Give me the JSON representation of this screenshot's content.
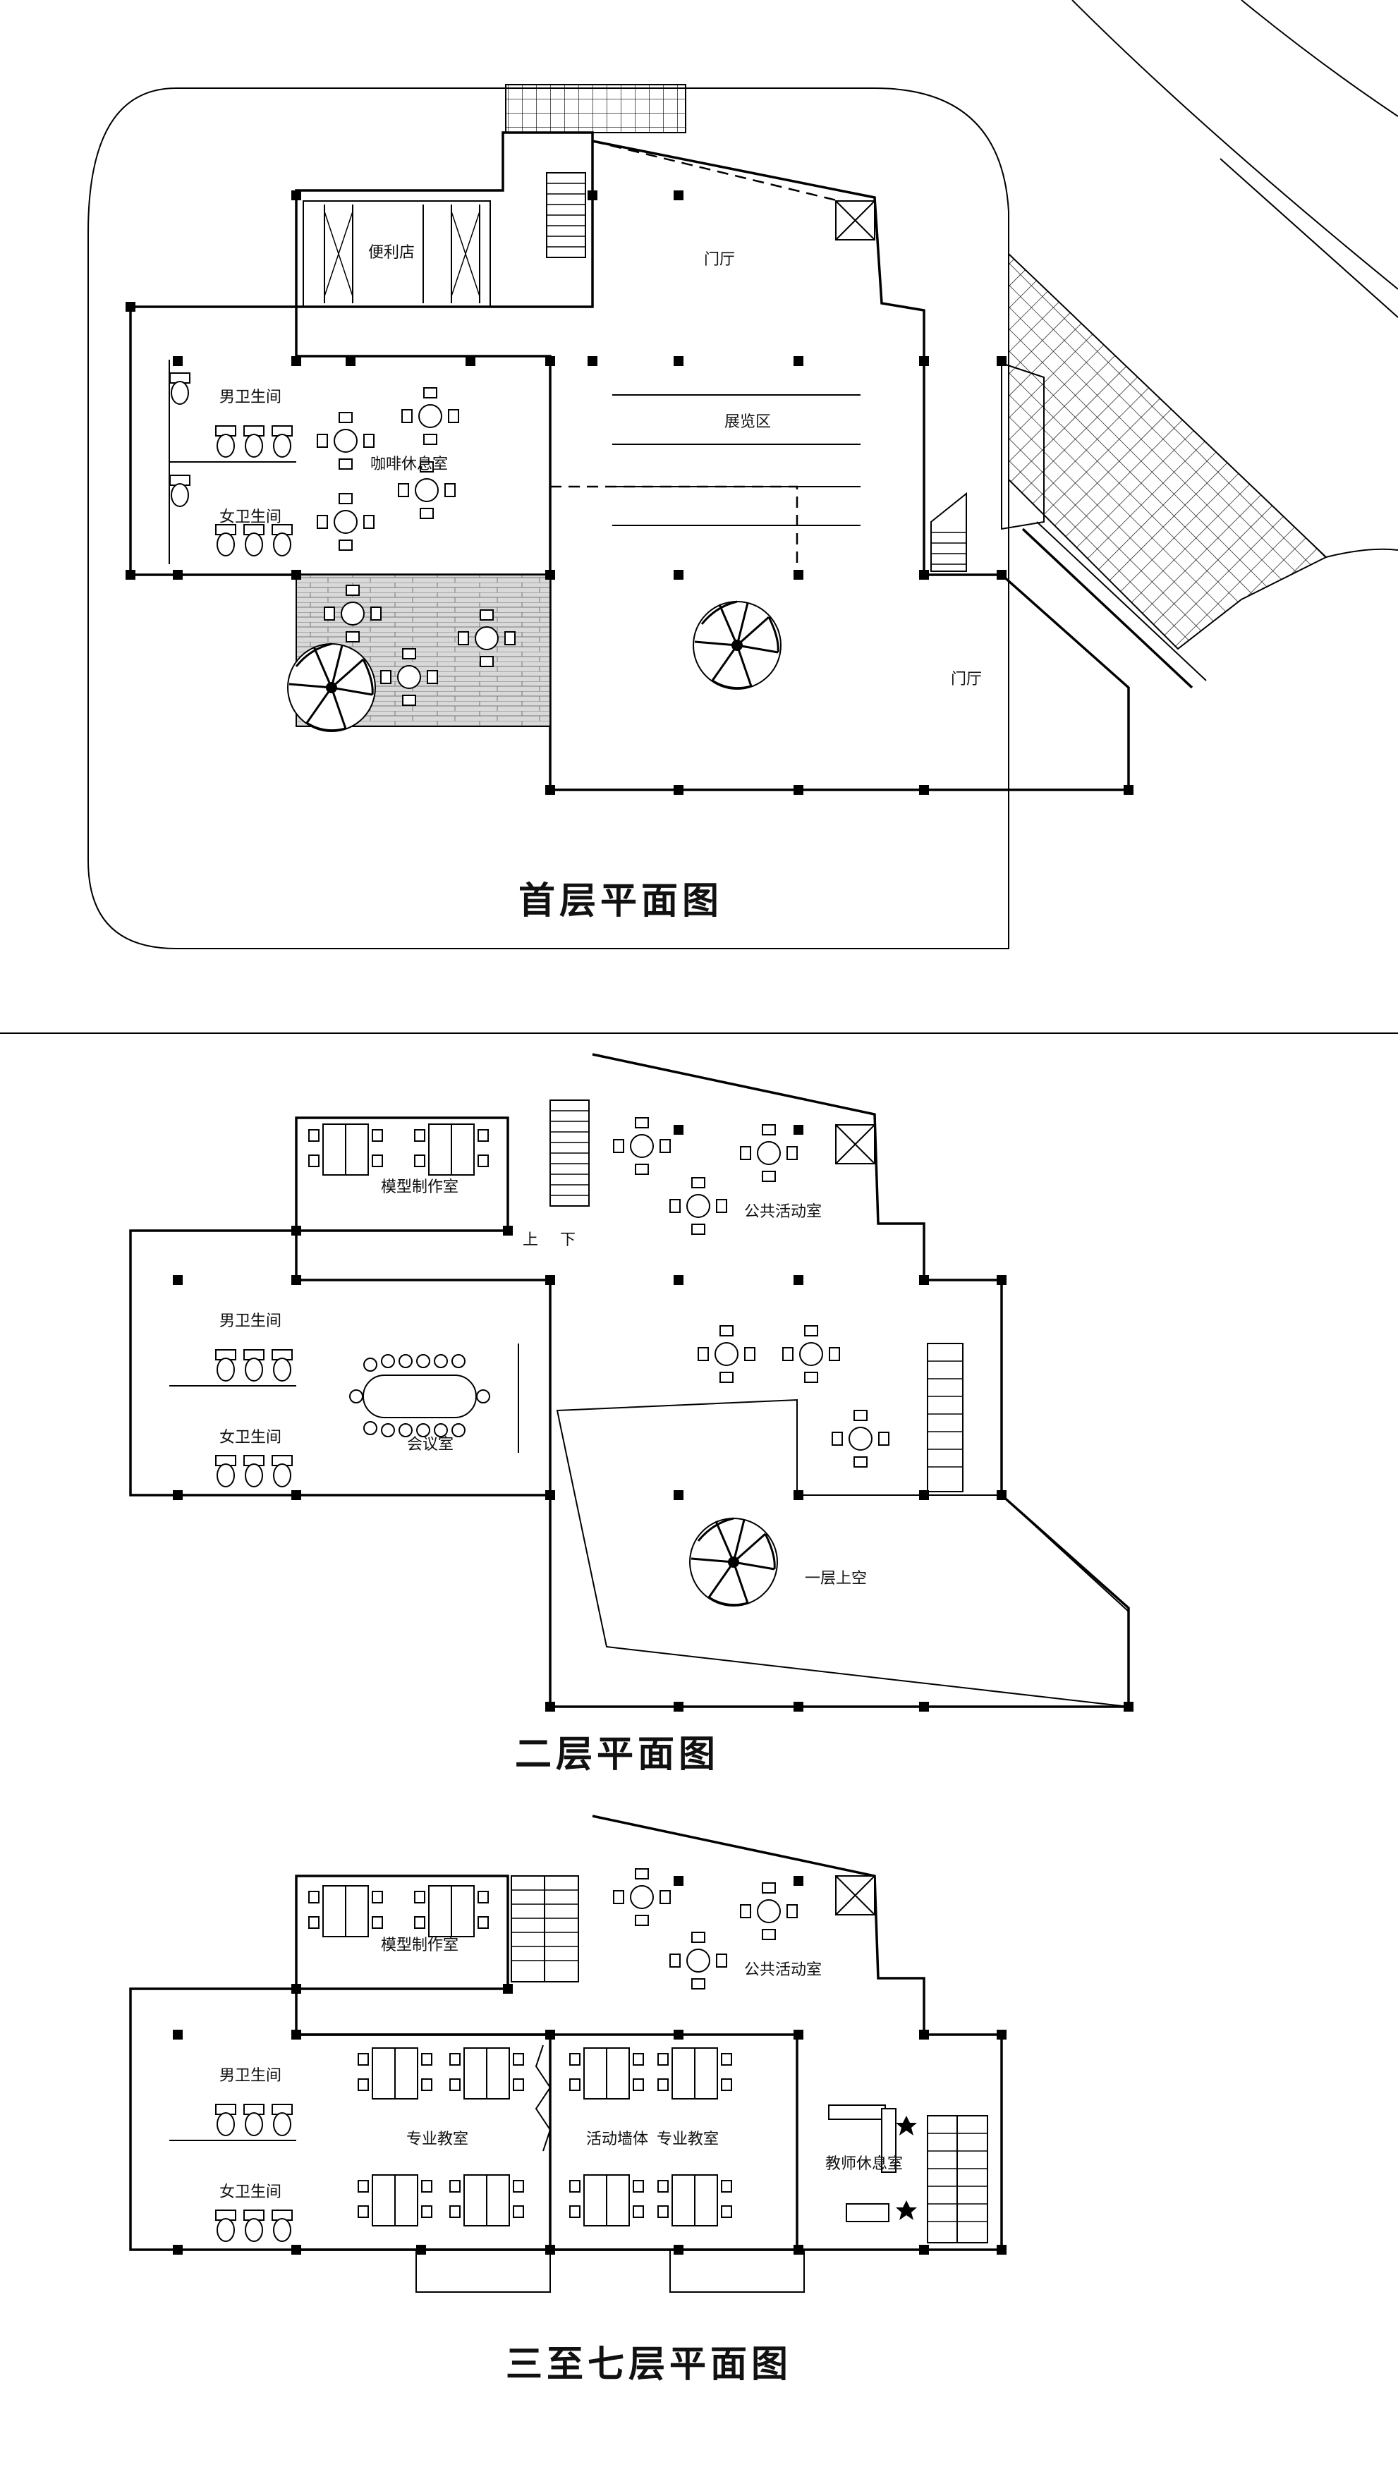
{
  "titles": {
    "ground": "首层平面图",
    "second": "二层平面图",
    "upper": "三至七层平面图"
  },
  "ground_rooms": {
    "shop": "便利店",
    "hall_top": "门厅",
    "hall_bottom": "门厅",
    "exhibit": "展览区",
    "cafe": "咖啡休息室",
    "men_wc": "男卫生间",
    "women_wc": "女卫生间"
  },
  "second_rooms": {
    "model": "模型制作室",
    "public": "公共活动室",
    "meeting": "会议室",
    "men_wc": "男卫生间",
    "women_wc": "女卫生间",
    "void": "一层上空"
  },
  "upper_rooms": {
    "model": "模型制作室",
    "public": "公共活动室",
    "classroom_a": "专业教室",
    "classroom_b": "专业教室",
    "movable_wall": "活动墙体",
    "teacher": "教师休息室",
    "men_wc": "男卫生间",
    "women_wc": "女卫生间"
  },
  "stair_marks": {
    "up": "上",
    "down": "下"
  }
}
